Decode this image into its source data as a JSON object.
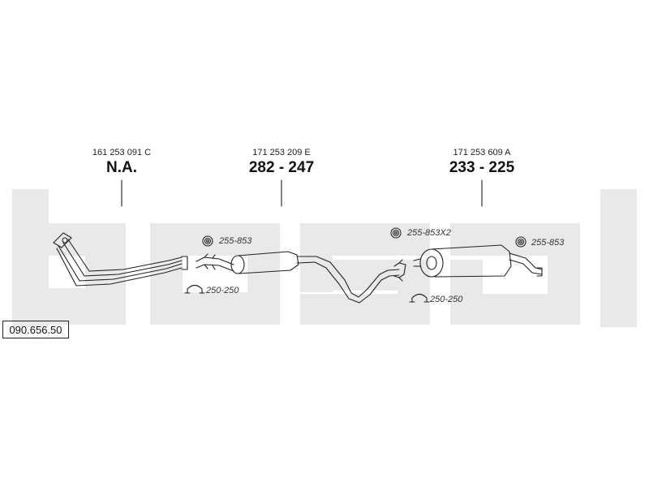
{
  "reference_number": "090.656.50",
  "parts": [
    {
      "part_number": "161 253 091 C",
      "code": "N.A."
    },
    {
      "part_number": "171 253 209 E",
      "code": "282 - 247"
    },
    {
      "part_number": "171 253 609 A",
      "code": "233 - 225"
    }
  ],
  "fittings": [
    {
      "code": "255-853",
      "icon": "ring-clamp-icon"
    },
    {
      "code": "250-250",
      "icon": "u-clamp-icon"
    },
    {
      "code": "255-853X2",
      "icon": "ring-clamp-icon"
    },
    {
      "code": "250-250",
      "icon": "u-clamp-icon"
    },
    {
      "code": "255-853",
      "icon": "ring-clamp-icon"
    }
  ],
  "colors": {
    "watermark": "#e8e8e8",
    "line": "#222222"
  }
}
